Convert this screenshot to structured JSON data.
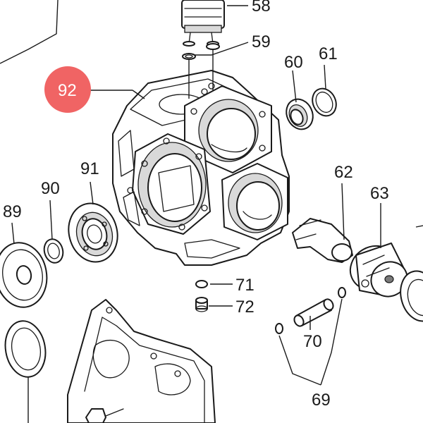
{
  "labels": {
    "p58": "58",
    "p59": "59",
    "p60": "60",
    "p61": "61",
    "p62": "62",
    "p63": "63",
    "p69": "69",
    "p70": "70",
    "p71": "71",
    "p72": "72",
    "p89": "89",
    "p90": "90",
    "p91": "91",
    "p92": "92"
  },
  "highlight": {
    "part": "92",
    "color": "#f06464"
  }
}
